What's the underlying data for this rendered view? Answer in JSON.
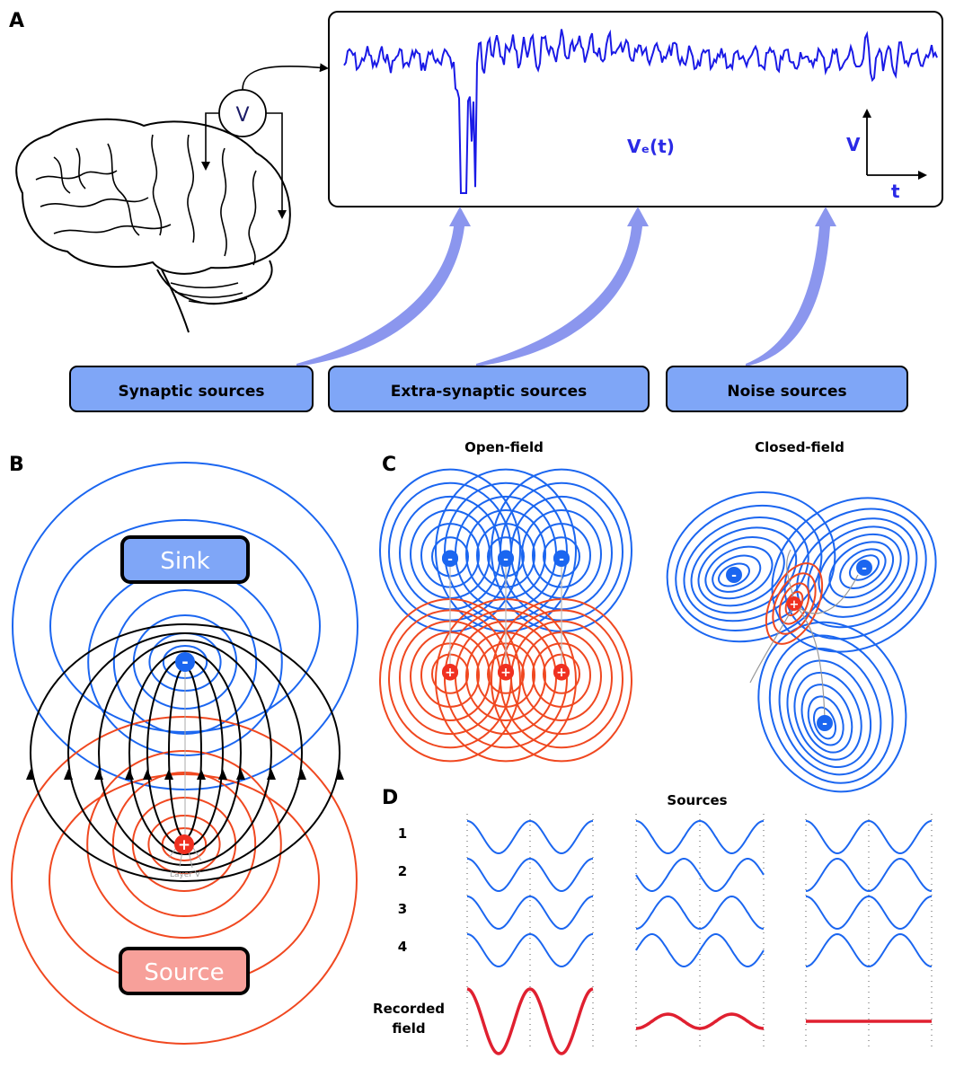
{
  "panel_letters": {
    "a": "A",
    "b": "B",
    "c": "C",
    "d": "D"
  },
  "panel_a": {
    "voltmeter_label": "V",
    "trace_label": "Vₑ(t)",
    "axis_v_label": "V",
    "axis_t_label": "t",
    "source_boxes": [
      "Synaptic sources",
      "Extra-synaptic sources",
      "Noise sources"
    ],
    "colors": {
      "trace": "#1a1ae6",
      "box_fill": "#7fa6f7",
      "arrow": "#8b96ee"
    }
  },
  "panel_b": {
    "sink_label": "Sink",
    "source_label": "Source",
    "minus_sign": "-",
    "plus_sign": "+",
    "layer_label": "Layer V",
    "colors": {
      "sink": "#1b66f0",
      "source": "#f04820",
      "field_lines": "#000000"
    }
  },
  "panel_c": {
    "open_title": "Open-field",
    "closed_title": "Closed-field",
    "minus_sign": "-",
    "plus_sign": "+"
  },
  "panel_d": {
    "title": "Sources",
    "row_labels": [
      "1",
      "2",
      "3",
      "4"
    ],
    "recorded_label": [
      "Recorded",
      "field"
    ],
    "colors": {
      "sources": "#1b66f0",
      "recorded": "#e02030"
    }
  }
}
